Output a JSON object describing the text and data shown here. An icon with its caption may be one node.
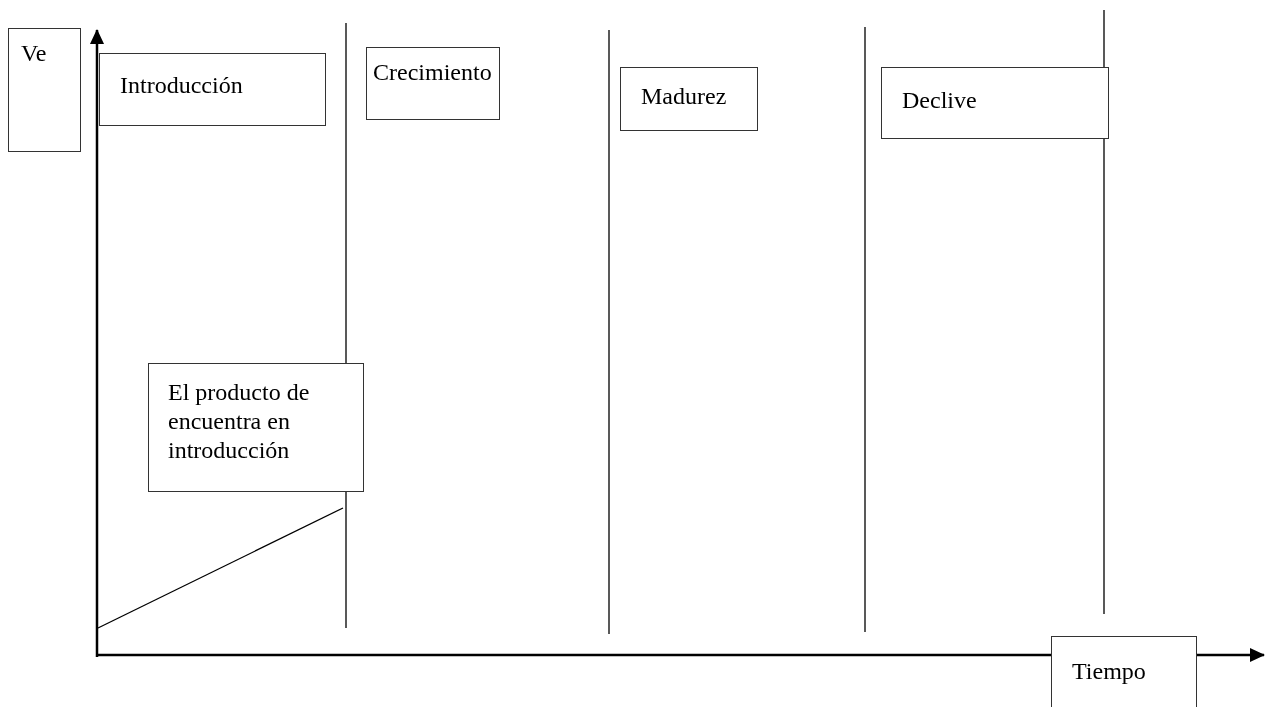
{
  "diagram": {
    "nodes": [
      {
        "text": [
          "Ve"
        ]
      },
      {
        "text": [
          "Introducción"
        ]
      },
      {
        "text": [
          "Crecimiento"
        ]
      },
      {
        "text": [
          "Madurez"
        ]
      },
      {
        "text": [
          "Declive"
        ]
      },
      {
        "text": [
          "El producto de encuentra en introducción"
        ]
      },
      {
        "text": [
          "Tiempo"
        ]
      }
    ]
  }
}
